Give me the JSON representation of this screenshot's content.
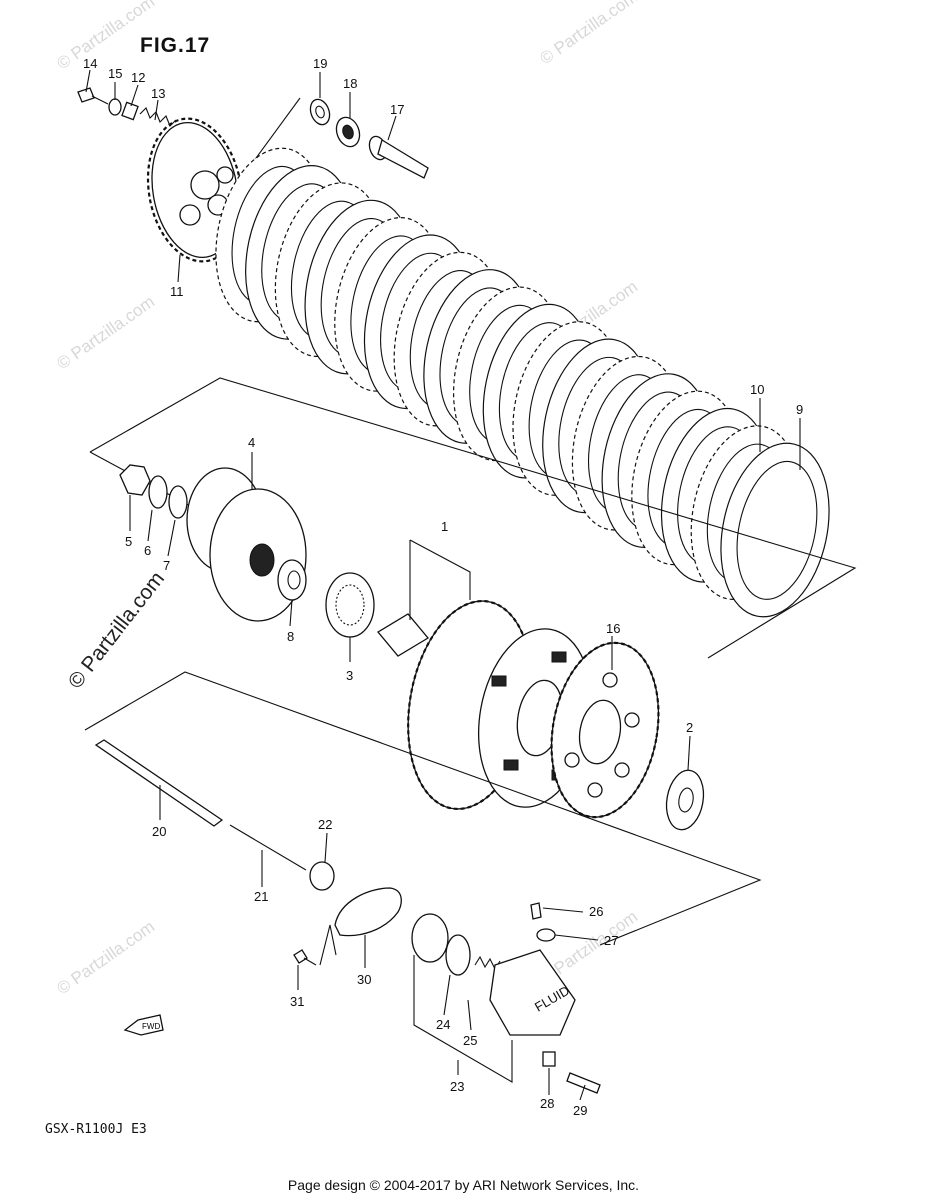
{
  "figure": {
    "title": "FIG.17",
    "model_code": "GSX-R1100J E3",
    "footer": "Page design © 2004-2017 by ARI Network Services, Inc.",
    "watermark_text": "© Partzilla.com",
    "fwd_label": "FWD"
  },
  "part_labels": [
    {
      "id": "1",
      "text": "1"
    },
    {
      "id": "2",
      "text": "2"
    },
    {
      "id": "3",
      "text": "3"
    },
    {
      "id": "4",
      "text": "4"
    },
    {
      "id": "5",
      "text": "5"
    },
    {
      "id": "6",
      "text": "6"
    },
    {
      "id": "7",
      "text": "7"
    },
    {
      "id": "8",
      "text": "8"
    },
    {
      "id": "9",
      "text": "9"
    },
    {
      "id": "10",
      "text": "10"
    },
    {
      "id": "11",
      "text": "11"
    },
    {
      "id": "12",
      "text": "12"
    },
    {
      "id": "13",
      "text": "13"
    },
    {
      "id": "14",
      "text": "14"
    },
    {
      "id": "15",
      "text": "15"
    },
    {
      "id": "16",
      "text": "16"
    },
    {
      "id": "17",
      "text": "17"
    },
    {
      "id": "18",
      "text": "18"
    },
    {
      "id": "19",
      "text": "19"
    },
    {
      "id": "20",
      "text": "20"
    },
    {
      "id": "21",
      "text": "21"
    },
    {
      "id": "22",
      "text": "22"
    },
    {
      "id": "23",
      "text": "23"
    },
    {
      "id": "24",
      "text": "24"
    },
    {
      "id": "25",
      "text": "25"
    },
    {
      "id": "26",
      "text": "26"
    },
    {
      "id": "27",
      "text": "27"
    },
    {
      "id": "28",
      "text": "28"
    },
    {
      "id": "29",
      "text": "29"
    },
    {
      "id": "30",
      "text": "30"
    },
    {
      "id": "31",
      "text": "31"
    }
  ],
  "clutch_plate_count": 18
}
